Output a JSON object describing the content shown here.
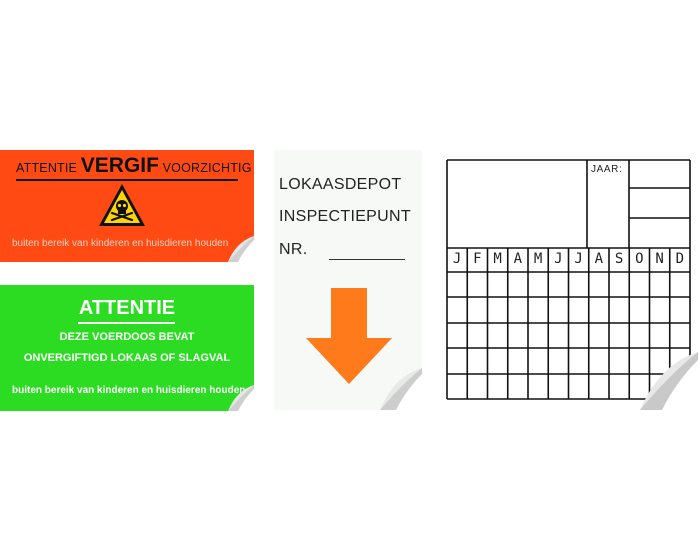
{
  "orange_sticker": {
    "prefix": "ATTENTIE ",
    "emphasis": "VERGIF",
    "suffix": " VOORZICHTIG",
    "footer": "buiten bereik van kinderen en huisdieren houden",
    "icon": "skull-crossbones-warning-triangle-icon",
    "color": "#ff4a14"
  },
  "green_sticker": {
    "title": "ATTENTIE",
    "line1": "DEZE VOERDOOS BEVAT",
    "line2": "ONVERGIFTIGD LOKAAS OF SLAGVAL",
    "footer": "buiten bereik van kinderen en huisdieren houden",
    "color": "#2bdc22"
  },
  "lokaas_sticker": {
    "line1": "LOKAASDEPOT",
    "line2": "INSPECTIEPUNT",
    "line3": "NR.",
    "icon": "arrow-down-icon",
    "arrow_color": "#ff7a1a"
  },
  "grid_sticker": {
    "year_label": "JAAR:",
    "months": [
      "J",
      "F",
      "M",
      "A",
      "M",
      "J",
      "J",
      "A",
      "S",
      "O",
      "N",
      "D"
    ]
  }
}
